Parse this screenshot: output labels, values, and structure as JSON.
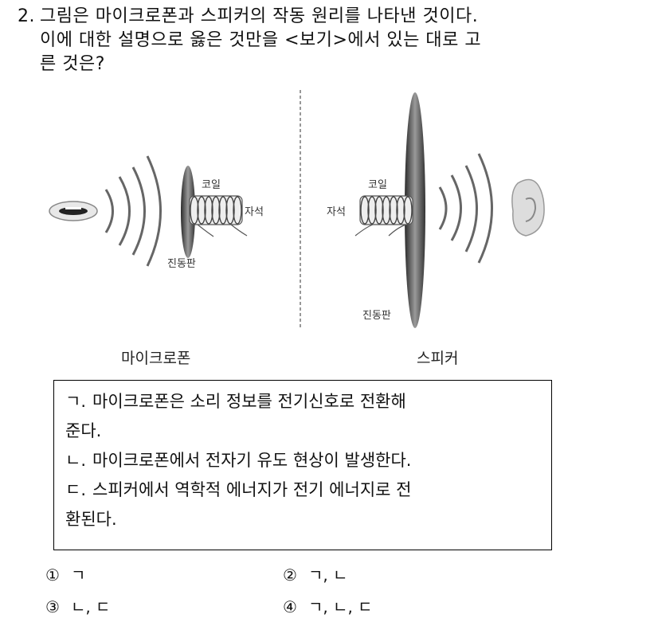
{
  "question": {
    "number": "2.",
    "line1": "그림은 마이크로폰과 스피커의 작동 원리를 나타낸 것이다.",
    "line2": "이에 대한 설명으로 옳은 것만을 <보기>에서 있는 대로 고",
    "line3": "른 것은?"
  },
  "figure": {
    "microphone": {
      "caption": "마이크로폰",
      "coil_label": "코일",
      "magnet_label": "자석",
      "diaphragm_label": "진동판",
      "source_icon": "mouth-icon"
    },
    "speaker": {
      "caption": "스피커",
      "coil_label": "코일",
      "magnet_label": "자석",
      "diaphragm_label": "진동판",
      "receiver_icon": "ear-icon"
    }
  },
  "bogi": {
    "items": [
      {
        "mark": "ㄱ.",
        "text": "마이크로폰은 소리 정보를 전기신호로 전환해",
        "cont": "준다."
      },
      {
        "mark": "ㄴ.",
        "text": "마이크로폰에서 전자기 유도 현상이 발생한다.",
        "cont": ""
      },
      {
        "mark": "ㄷ.",
        "text": "스피커에서 역학적 에너지가 전기 에너지로 전",
        "cont": "환된다."
      }
    ]
  },
  "choices": [
    {
      "num": "①",
      "text": "ㄱ"
    },
    {
      "num": "②",
      "text": "ㄱ, ㄴ"
    },
    {
      "num": "③",
      "text": "ㄴ, ㄷ"
    },
    {
      "num": "④",
      "text": "ㄱ, ㄴ, ㄷ"
    }
  ]
}
